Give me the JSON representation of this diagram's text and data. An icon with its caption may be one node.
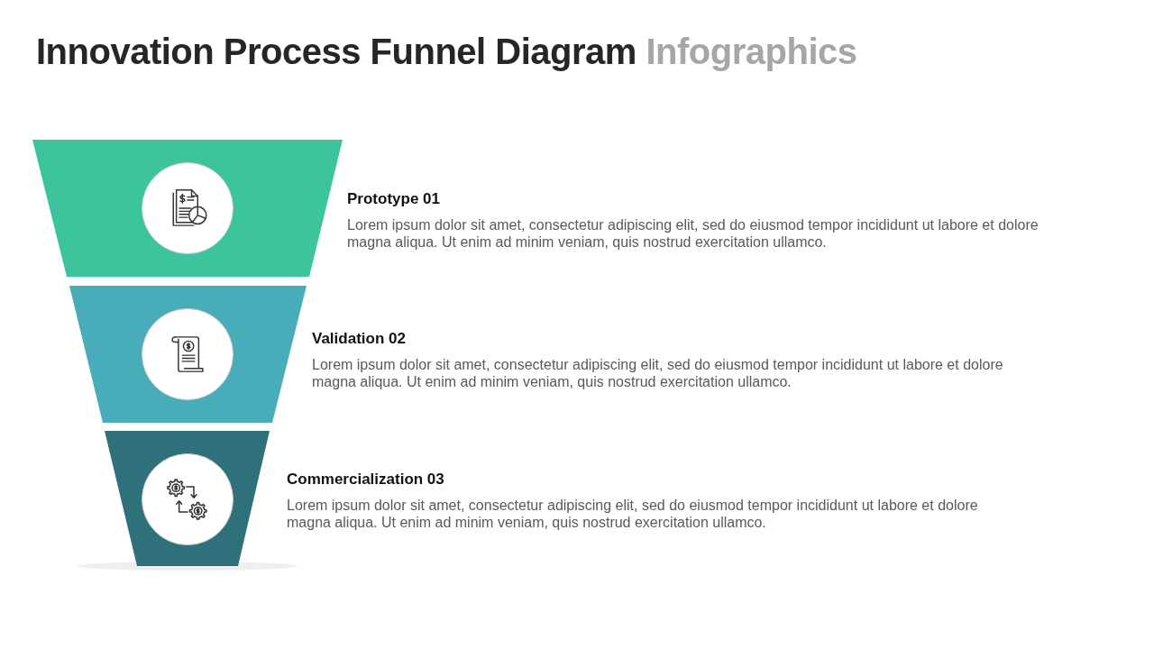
{
  "diagram": {
    "title": "Innovation Process Funnel Diagram Infographics",
    "nodes": [
      {
        "text": [
          "Prototype 01",
          "Lorem ipsum dolor sit amet, consectetur adipiscing elit, sed do eiusmod tempor incididunt ut labore et dolore magna aliqua. Ut enim ad minim veniam, quis nostrud exercitation ullamco."
        ]
      },
      {
        "text": [
          "Validation 02",
          "Lorem ipsum dolor sit amet, consectetur adipiscing elit, sed do eiusmod tempor incididunt ut labore et dolore magna aliqua. Ut enim ad minim veniam, quis nostrud exercitation ullamco."
        ]
      },
      {
        "text": [
          "Commercialization 03",
          "Lorem ipsum dolor sit amet, consectetur adipiscing elit, sed do eiusmod tempor incididunt ut labore et dolore magna aliqua. Ut enim ad minim veniam, quis nostrud exercitation ullamco."
        ]
      }
    ]
  }
}
